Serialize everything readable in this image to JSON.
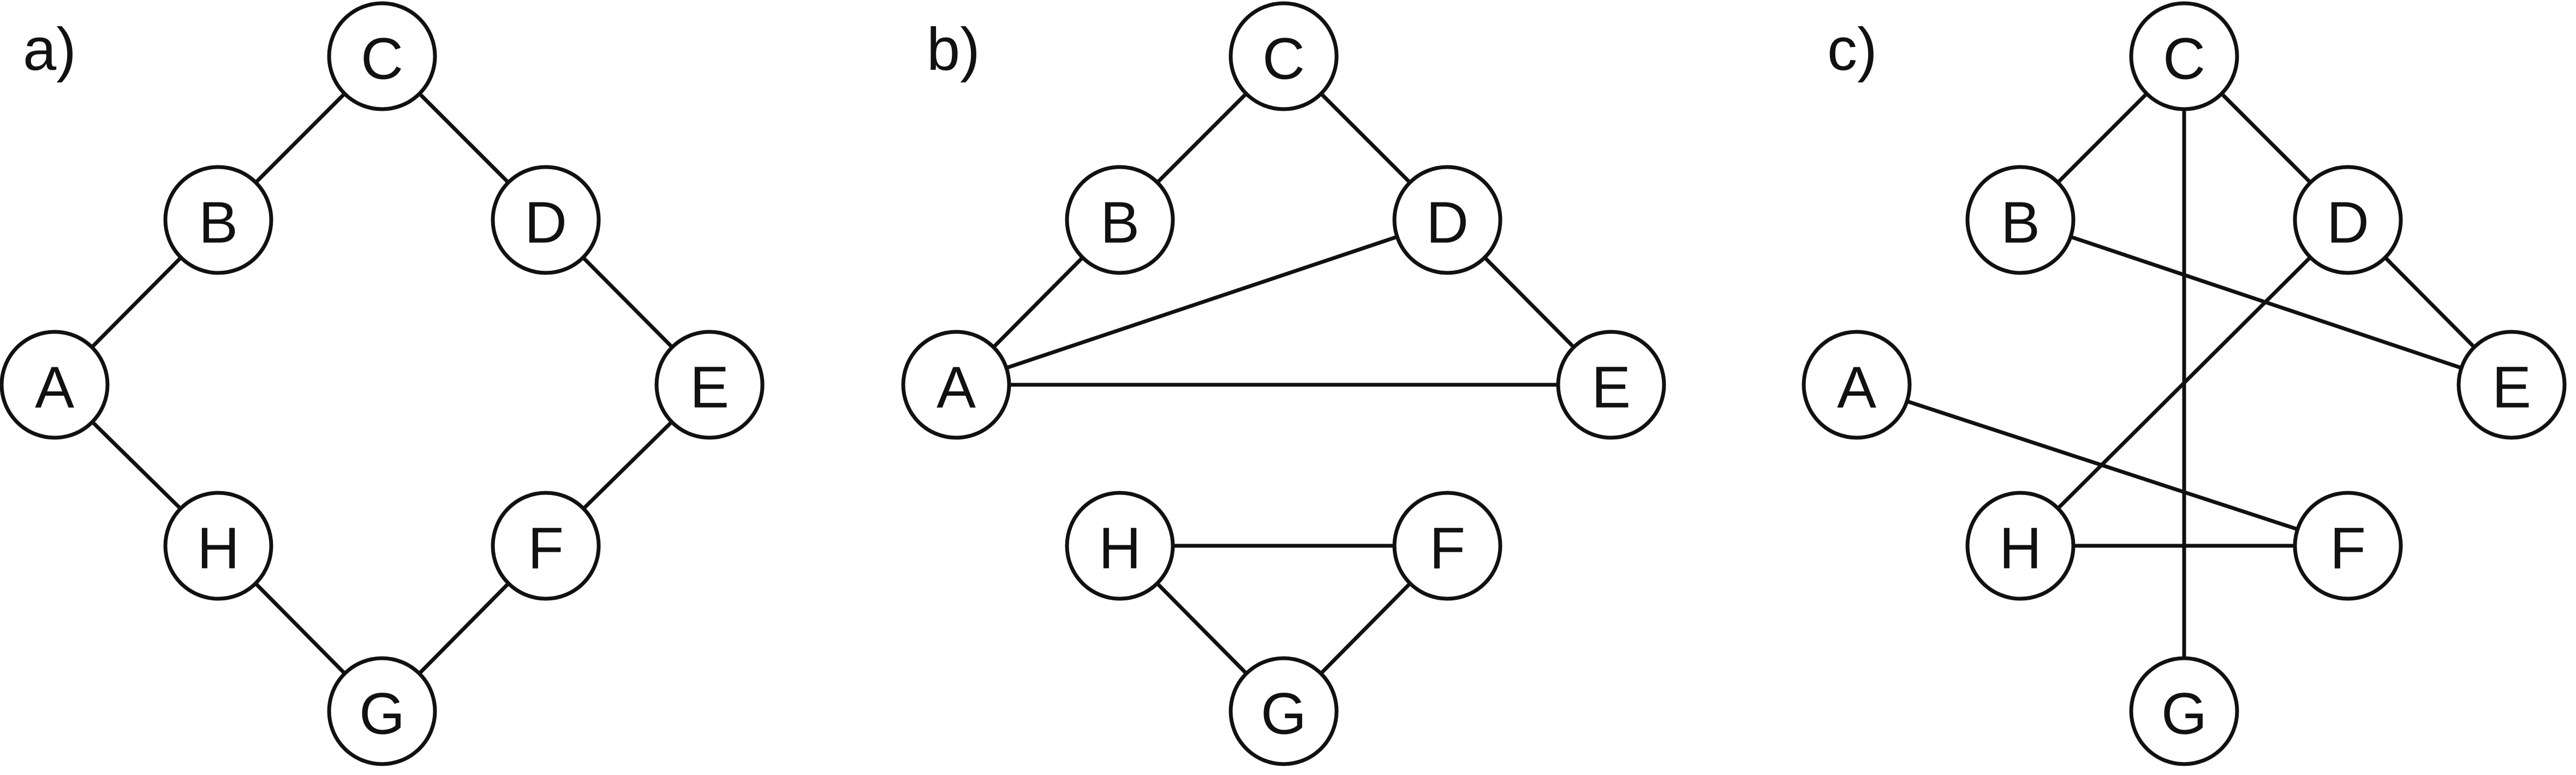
{
  "panels": [
    {
      "id": "a",
      "label": "a)",
      "nodes": [
        "A",
        "B",
        "C",
        "D",
        "E",
        "F",
        "G",
        "H"
      ],
      "edges": [
        [
          "C",
          "B"
        ],
        [
          "C",
          "D"
        ],
        [
          "B",
          "A"
        ],
        [
          "D",
          "E"
        ],
        [
          "A",
          "H"
        ],
        [
          "E",
          "F"
        ],
        [
          "H",
          "G"
        ],
        [
          "F",
          "G"
        ]
      ]
    },
    {
      "id": "b",
      "label": "b)",
      "nodes": [
        "A",
        "B",
        "C",
        "D",
        "E",
        "F",
        "G",
        "H"
      ],
      "edges": [
        [
          "C",
          "B"
        ],
        [
          "C",
          "D"
        ],
        [
          "B",
          "A"
        ],
        [
          "D",
          "E"
        ],
        [
          "A",
          "D"
        ],
        [
          "A",
          "E"
        ],
        [
          "H",
          "F"
        ],
        [
          "H",
          "G"
        ],
        [
          "F",
          "G"
        ]
      ]
    },
    {
      "id": "c",
      "label": "c)",
      "nodes": [
        "A",
        "B",
        "C",
        "D",
        "E",
        "F",
        "G",
        "H"
      ],
      "edges": [
        [
          "C",
          "B"
        ],
        [
          "C",
          "D"
        ],
        [
          "D",
          "E"
        ],
        [
          "C",
          "G"
        ],
        [
          "B",
          "E"
        ],
        [
          "D",
          "H"
        ],
        [
          "A",
          "F"
        ],
        [
          "H",
          "F"
        ]
      ]
    }
  ],
  "colors": {
    "stroke": "#111111",
    "fill": "#ffffff"
  }
}
